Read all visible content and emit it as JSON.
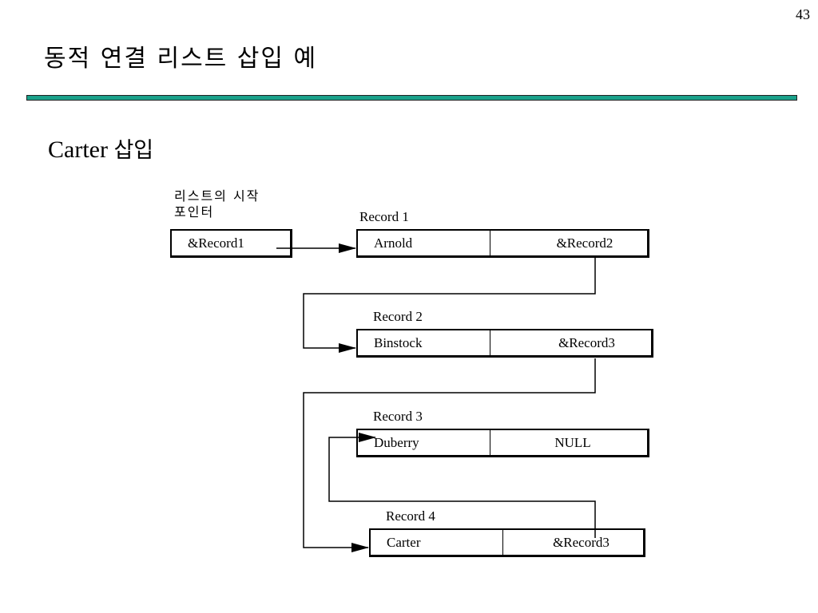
{
  "page_number": "43",
  "title": "동적 연결 리스트 삽입 예",
  "subtitle": {
    "en": "Carter",
    "ko": "삽입"
  },
  "start_pointer": {
    "label_line1": "리스트의 시작",
    "label_line2": "포인터",
    "value": "&Record1"
  },
  "records": [
    {
      "label": "Record 1",
      "name": "Arnold",
      "pointer": "&Record2"
    },
    {
      "label": "Record 2",
      "name": "Binstock",
      "pointer": "&Record3"
    },
    {
      "label": "Record 3",
      "name": "Duberry",
      "pointer": "NULL"
    },
    {
      "label": "Record 4",
      "name": "Carter",
      "pointer": "&Record3"
    }
  ],
  "colors": {
    "accent_rule": "#1aa18a",
    "line": "#000000"
  }
}
